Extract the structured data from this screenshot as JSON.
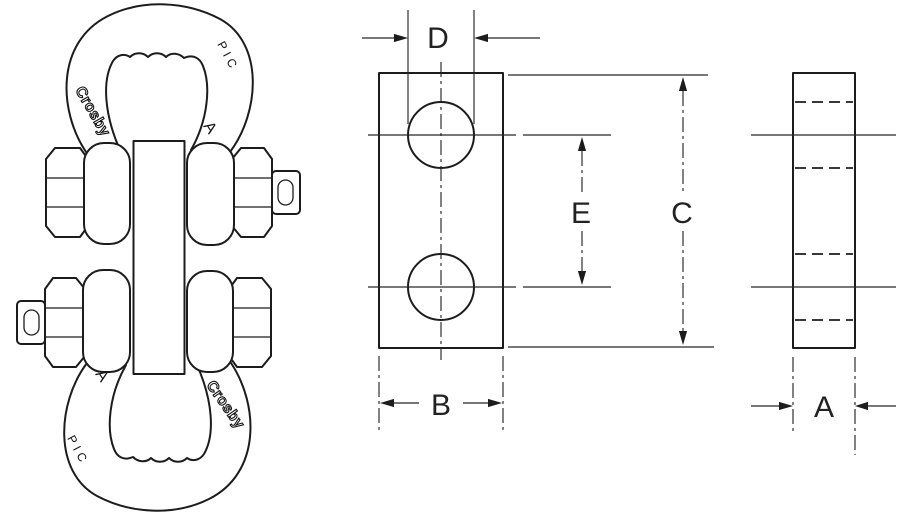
{
  "drawing": {
    "background_color": "#ffffff",
    "line_color": "#1c1c1c",
    "views": {
      "pictorial": {
        "markings": {
          "brand": "Crosby",
          "model": "PIC",
          "size": "A"
        }
      },
      "front": {
        "dimension_labels": {
          "hole_diameter": "D",
          "width": "B",
          "hole_center_spacing": "E",
          "overall_length": "C"
        }
      },
      "side": {
        "dimension_labels": {
          "thickness": "A"
        }
      }
    }
  }
}
